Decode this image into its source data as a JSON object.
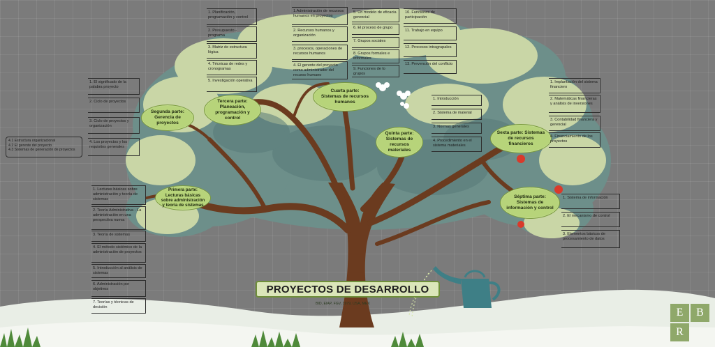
{
  "title": "PROYECTOS DE DESARROLLO",
  "source": "BID, EIAP, FGV, 1979, USA, MEX",
  "logo": {
    "letters": [
      "E",
      "B",
      "R"
    ]
  },
  "colors": {
    "background": "#7b7b7b",
    "canopy_dark": "#6d8f8a",
    "canopy_light": "#c9d6a6",
    "trunk": "#6b3b1f",
    "leaf_label": "#b7d47a",
    "ground": "#e8ede4",
    "grass": "#4f8a3a",
    "apple": "#d93a2b",
    "watering_can": "#3e7f86"
  },
  "parts": {
    "p1": {
      "label": "Primera parte:\nLecturas básicas sobre administración y teoría de sistemas",
      "items": [
        "1. Lecturas básicas sobre administración y teoría de sistemas",
        "2. Teoría Administrativa - La administración en una perspectiva nueva",
        "3. Teoría de sistemas",
        "4. El método sistémico de la administración de proyectos",
        "5. Introducción al análisis de sistemas",
        "6. Administración por objetivos",
        "7. Teorías y técnicas de decisión"
      ]
    },
    "p2": {
      "label": "Segunda parte:\nGerencia de proyectos",
      "items": [
        "1. El significado de la palabra proyecto",
        "2. Ciclo de proyectos",
        "3. Ciclo de proyectos y organización",
        "4. Los proyectos y los requisitos generales"
      ],
      "sub_items": [
        "4.1 Estructura organizacional",
        "4.2 El gerente del proyecto",
        "4.3 Sistemas de generación de proyectos"
      ]
    },
    "p3": {
      "label": "Tercera parte:\nPlaneación, programación y control",
      "items": [
        "1. Planificación, programación y control",
        "2. Presupuesto - programa",
        "3. Matriz de estructura lógica",
        "4. Técnicas de redes y cronogramas",
        "5. Investigación operativa"
      ]
    },
    "p4": {
      "label": "Cuarta parte:\nSistemas de recursos humanos",
      "items_a": [
        "1.Administración de recursos humanos en proyectos",
        "2. Recursos humanos y organización",
        "3. procesos, operaciones de recursos humanos",
        "4. El gerente del proyecto como administrador del recurso humano"
      ],
      "items_b": [
        "5. Un modelo de eficacia gerencial",
        "6. El proceso de grupo",
        "7. Grupos sociales",
        "8. Grupos formales e informales",
        "9. Funciones de lo grupos"
      ],
      "items_c": [
        "10. Funciones de participación",
        "11. Trabajo en equipo",
        "12. Procesos intragrupales",
        "13. Prevención del conflicto"
      ]
    },
    "p5": {
      "label": "Quinta parte:\nSistemas de recursos materiales",
      "items": [
        "1. Introducción",
        "2. Sistema de material",
        "3. Normas generales",
        "4. Procedimiento en el sistema materiales"
      ]
    },
    "p6": {
      "label": "Sexta parte: Sistemas de recursos financieros",
      "items": [
        "1. Implantación del sistema financiero",
        "2. Matemáticas financieras y análisis de inversiones",
        "3. Contabilidad financiera y gerencial",
        "4. Financiamiento de los proyectos"
      ]
    },
    "p7": {
      "label": "Séptima parte:\nSistemas de información y control",
      "items": [
        "1. Sistema de información",
        "2. El mecanismo de control",
        "3. Elementos básicos de procesamiento de datos"
      ]
    }
  }
}
